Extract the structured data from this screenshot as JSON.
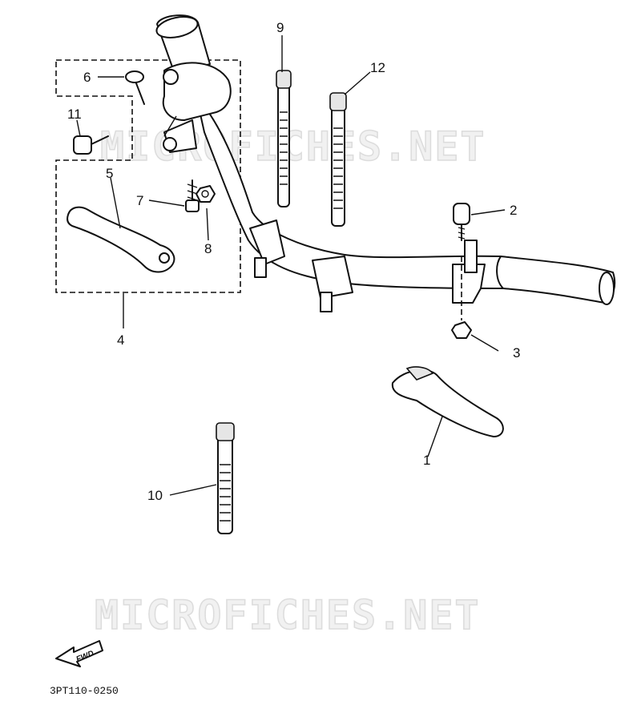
{
  "watermark": "MICROFICHES.NET",
  "diagram_code": "3PT110-0250",
  "fwd_label": "FWD",
  "parts": [
    {
      "id": "1",
      "label": "1"
    },
    {
      "id": "2",
      "label": "2"
    },
    {
      "id": "3",
      "label": "3"
    },
    {
      "id": "4",
      "label": "4"
    },
    {
      "id": "5",
      "label": "5"
    },
    {
      "id": "6",
      "label": "6"
    },
    {
      "id": "7",
      "label": "7"
    },
    {
      "id": "8",
      "label": "8"
    },
    {
      "id": "9",
      "label": "9"
    },
    {
      "id": "10",
      "label": "10"
    },
    {
      "id": "11",
      "label": "11"
    },
    {
      "id": "12",
      "label": "12"
    }
  ]
}
